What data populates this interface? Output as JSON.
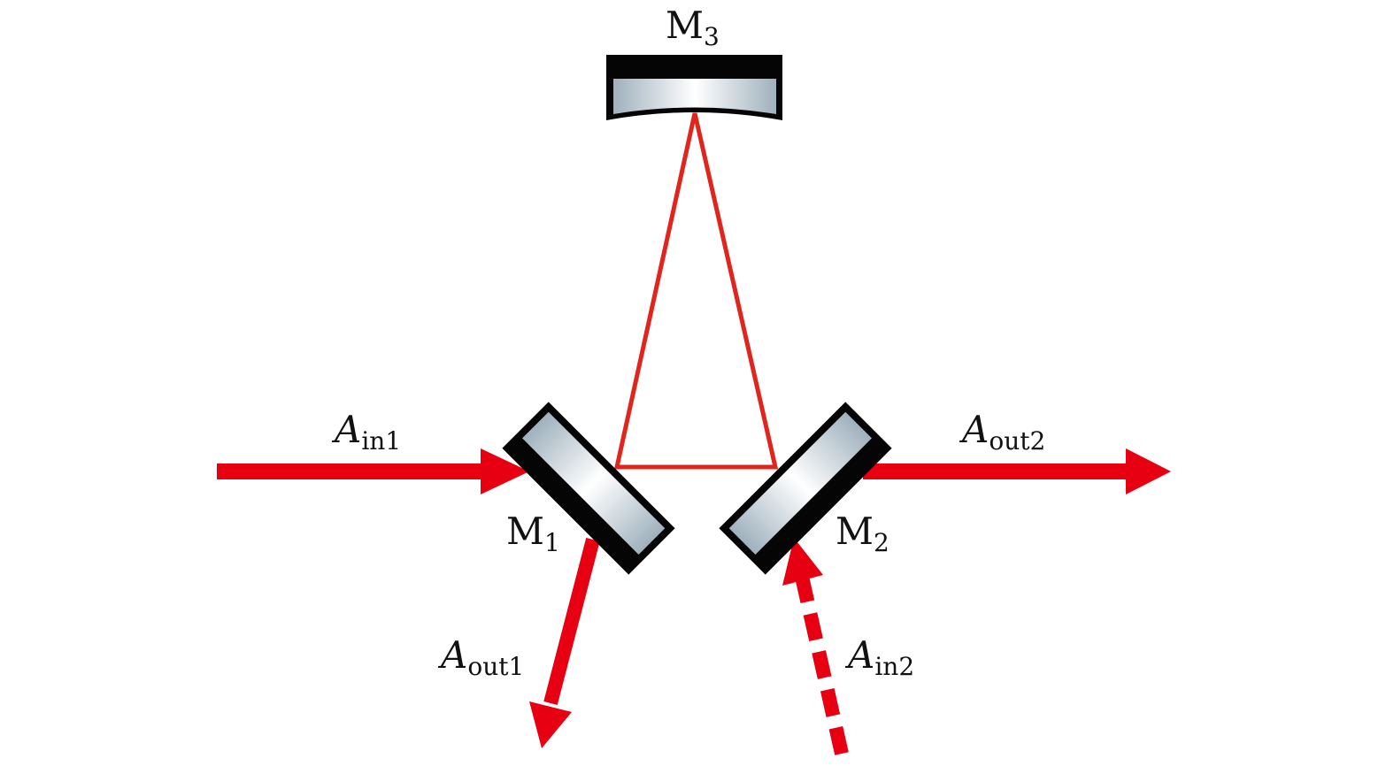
{
  "title": "Three-mirror ring cavity",
  "colors": {
    "beam": "#e60012",
    "cavity_beam": "#e0261c",
    "mirror_back": "#050505",
    "glass_edge": "#a8b8c3",
    "glass_center": "#ffffff"
  },
  "mirrors": [
    {
      "name": "M",
      "sub": "1"
    },
    {
      "name": "M",
      "sub": "2"
    },
    {
      "name": "M",
      "sub": "3"
    }
  ],
  "beams": [
    {
      "symbol": "A",
      "sub": "in1",
      "style": "solid"
    },
    {
      "symbol": "A",
      "sub": "out2",
      "style": "solid"
    },
    {
      "symbol": "A",
      "sub": "out1",
      "style": "solid"
    },
    {
      "symbol": "A",
      "sub": "in2",
      "style": "dashed"
    }
  ]
}
